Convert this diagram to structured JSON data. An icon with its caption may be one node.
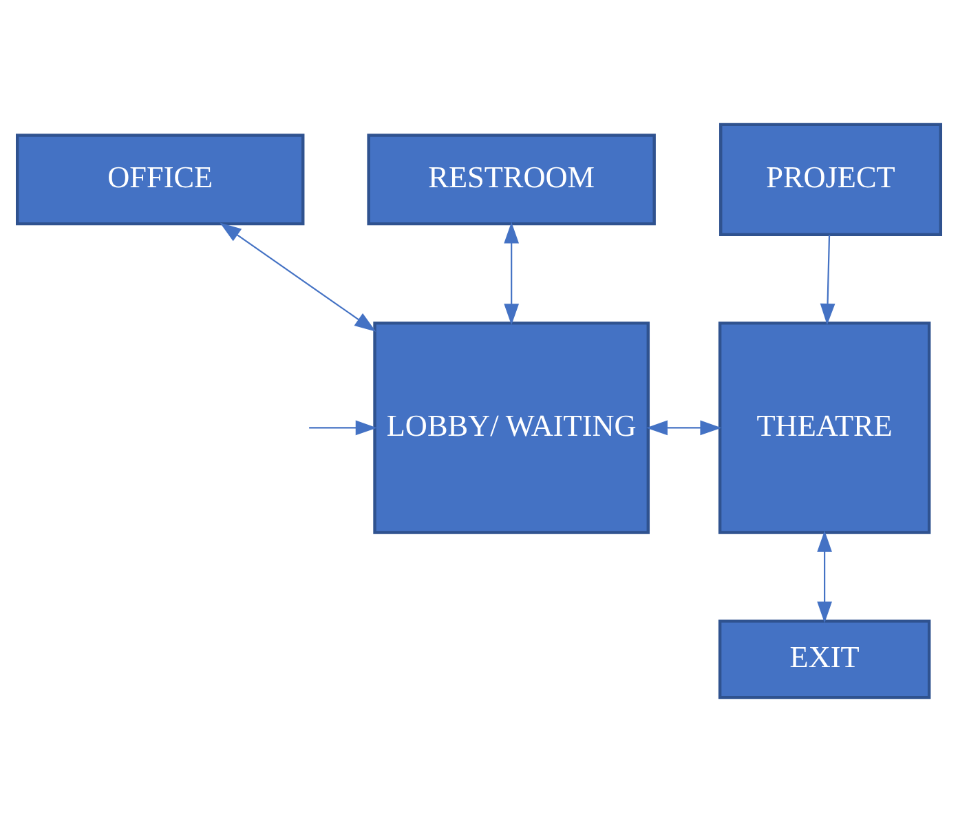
{
  "diagram": {
    "nodes": [
      {
        "text": [
          "OFFICE"
        ]
      },
      {
        "text": [
          "RESTROOM"
        ]
      },
      {
        "text": [
          "EXIT"
        ]
      },
      {
        "text": [
          "LOBBY/ WAITING"
        ]
      },
      {
        "text": [
          "THEATRE"
        ]
      },
      {
        "text": [
          "PROJECT"
        ]
      }
    ],
    "edges": [
      {
        "from": 0,
        "to": 3,
        "arrow": "both"
      },
      {
        "from": 1,
        "to": 3,
        "arrow": "both"
      },
      {
        "from": 4,
        "to": 2,
        "arrow": "both"
      },
      {
        "from": null,
        "to": 3,
        "arrow": "to"
      },
      {
        "from": 3,
        "to": 4,
        "arrow": "both"
      },
      {
        "from": 5,
        "to": 4,
        "arrow": "to"
      }
    ]
  }
}
